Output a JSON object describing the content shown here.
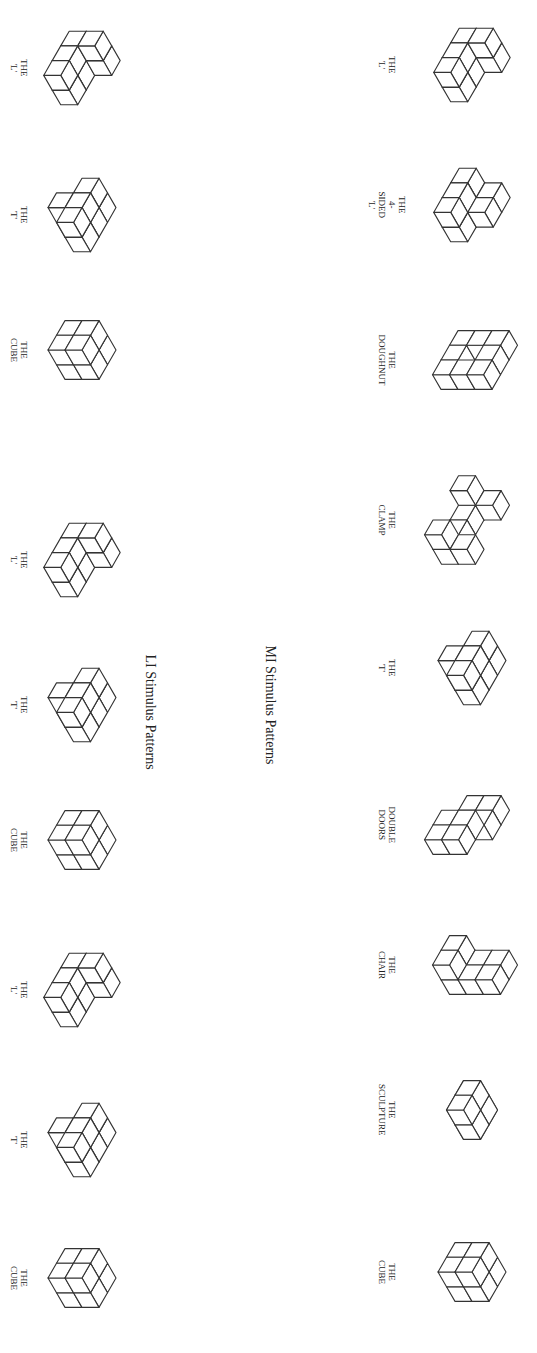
{
  "diagram": {
    "labels": [
      "MI Stimulus Patterns",
      "THE 'L'",
      "THE 4-SIDED 'L'",
      "THE DOUGHNUT",
      "THE CLAMP",
      "THE 'T'",
      "DOUBLE DOORS",
      "THE CHAIR",
      "THE SCULPTURE",
      "THE CUBE",
      "LI Stimulus Patterns",
      "THE 'L'",
      "THE 'T'",
      "THE CUBE",
      "THE 'L'",
      "THE 'T'",
      "THE CUBE",
      "THE 'L'",
      "THE 'T'",
      "THE CUBE"
    ]
  }
}
